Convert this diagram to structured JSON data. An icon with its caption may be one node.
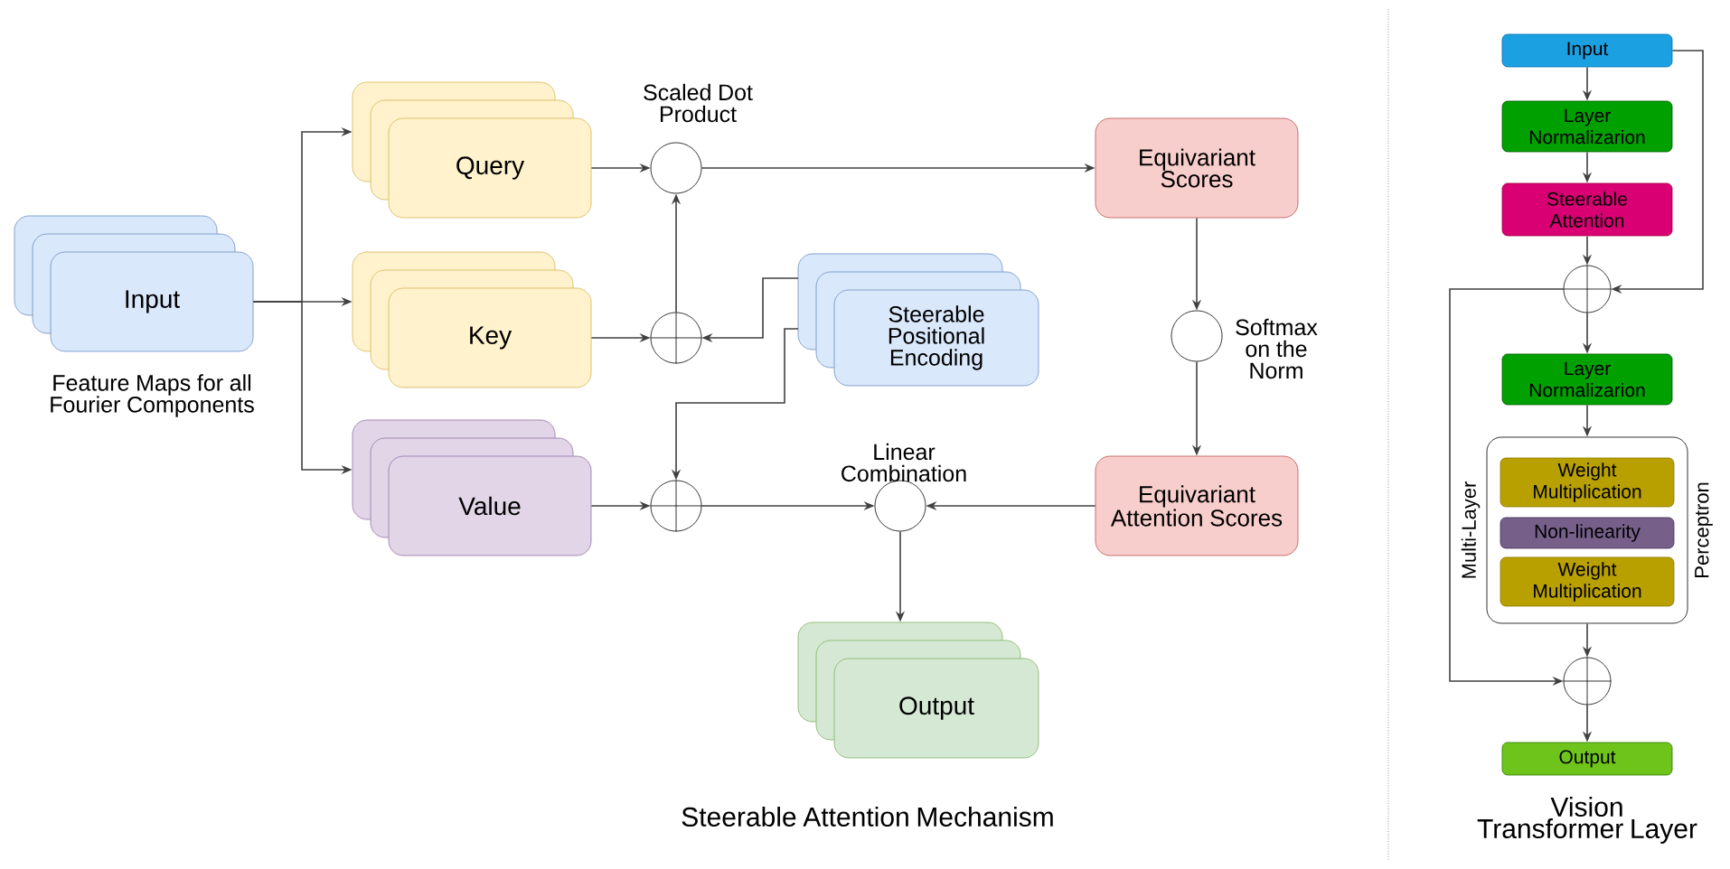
{
  "diagram": {
    "nodes": [
      {
        "text": [
          "Input"
        ],
        "beside": [
          "Feature Maps for all Fourier Components"
        ]
      },
      {
        "text": [
          "Query"
        ]
      },
      {
        "text": [
          "Key"
        ]
      },
      {
        "text": [
          "Value"
        ]
      },
      {
        "text": [],
        "shape": "circle",
        "beside": [
          "Scaled Dot Product"
        ]
      },
      {
        "text": [],
        "shape": "adder"
      },
      {
        "text": [
          "Steerable Positional Encoding"
        ]
      },
      {
        "text": [],
        "shape": "adder"
      },
      {
        "text": [
          "Equivariant Scores"
        ]
      },
      {
        "text": [],
        "shape": "circle",
        "beside": [
          "Softmax on the Norm"
        ]
      },
      {
        "text": [
          "Equivariant Attention Scores"
        ]
      },
      {
        "text": [],
        "shape": "circle",
        "beside": [
          "Linear Combination"
        ]
      },
      {
        "text": [
          "Output"
        ]
      },
      {
        "text": [
          "Input"
        ]
      },
      {
        "text": [
          "Layer Normalizarion"
        ]
      },
      {
        "text": [
          "Steerable Attention"
        ]
      },
      {
        "text": [],
        "shape": "adder"
      },
      {
        "text": [
          "Layer Normalizarion"
        ]
      },
      {
        "text": [
          "Multi-Layer",
          "Perceptron"
        ]
      },
      {
        "text": [
          "Weight Multiplication"
        ],
        "in": 18
      },
      {
        "text": [
          "Non-linearity"
        ],
        "in": 18
      },
      {
        "text": [
          "Weight Multiplication"
        ],
        "in": 18
      },
      {
        "text": [],
        "shape": "adder"
      },
      {
        "text": [
          "Output"
        ]
      }
    ],
    "edges": [
      {
        "from": 0,
        "to": 1,
        "arrow": "to"
      },
      {
        "from": 0,
        "to": 2,
        "arrow": "to"
      },
      {
        "from": 0,
        "to": 3,
        "arrow": "to"
      },
      {
        "from": 1,
        "to": 4,
        "arrow": "to"
      },
      {
        "from": 2,
        "to": 5,
        "arrow": "to"
      },
      {
        "from": 5,
        "to": 4,
        "arrow": "to"
      },
      {
        "from": 6,
        "to": 5,
        "arrow": "to"
      },
      {
        "from": 6,
        "to": 7,
        "arrow": "to"
      },
      {
        "from": 3,
        "to": 7,
        "arrow": "to"
      },
      {
        "from": 4,
        "to": 8,
        "arrow": "to"
      },
      {
        "from": 8,
        "to": 9,
        "arrow": "to"
      },
      {
        "from": 9,
        "to": 10,
        "arrow": "to"
      },
      {
        "from": 7,
        "to": 11,
        "arrow": "to"
      },
      {
        "from": 10,
        "to": 11,
        "arrow": "to"
      },
      {
        "from": 11,
        "to": 12,
        "arrow": "to"
      },
      {
        "from": 13,
        "to": 14,
        "arrow": "to"
      },
      {
        "from": 14,
        "to": 15,
        "arrow": "to"
      },
      {
        "from": 15,
        "to": 16,
        "arrow": "to"
      },
      {
        "from": 13,
        "to": 16,
        "arrow": "to"
      },
      {
        "from": 16,
        "to": 17,
        "arrow": "to"
      },
      {
        "from": 17,
        "to": 18,
        "arrow": "to"
      },
      {
        "from": 16,
        "to": 22,
        "arrow": "to"
      },
      {
        "from": 18,
        "to": 22,
        "arrow": "to"
      },
      {
        "from": 22,
        "to": 23,
        "arrow": "to"
      }
    ],
    "labels": [
      "Steerable Attention Mechanism",
      "Vision Transformer Layer"
    ]
  }
}
